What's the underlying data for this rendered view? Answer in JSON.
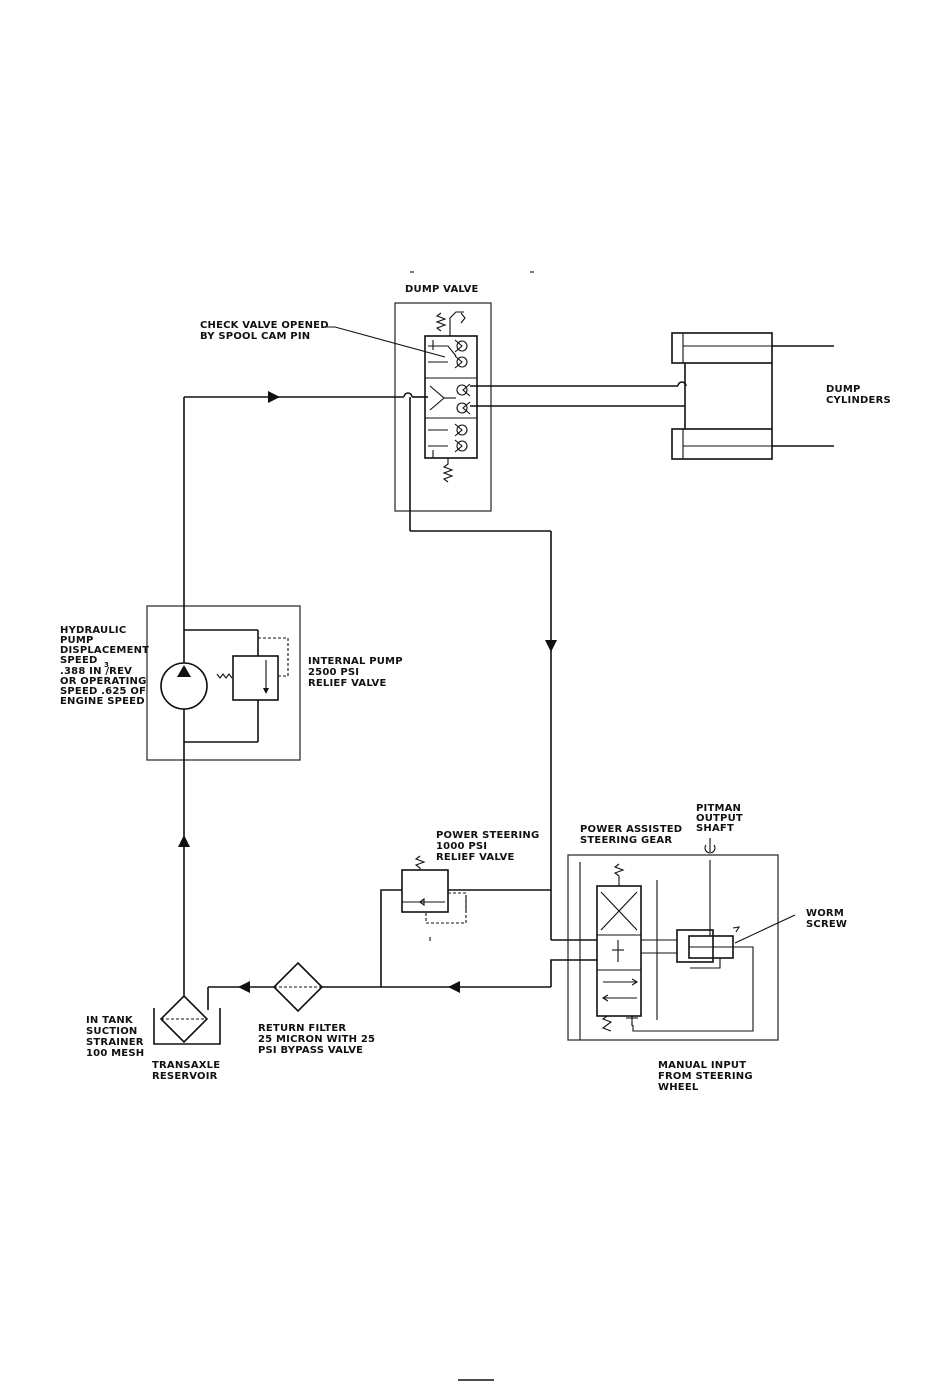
{
  "labels": {
    "dump_valve": "DUMP VALVE",
    "check_valve": [
      "CHECK VALVE OPENED",
      "BY SPOOL CAM PIN"
    ],
    "dump_cylinders": [
      "DUMP",
      "CYLINDERS"
    ],
    "hydraulic_pump": [
      "HYDRAULIC",
      "PUMP",
      "DISPLACEMENT",
      "SPEED",
      ".388 IN /REV",
      "OR OPERATING",
      "SPEED .625 OF",
      "ENGINE SPEED"
    ],
    "cubic_superscript": "3",
    "internal_relief": [
      "INTERNAL PUMP",
      "2500 PSI",
      "RELIEF VALVE"
    ],
    "power_steering_relief": [
      "POWER STEERING",
      "1000 PSI",
      "RELIEF VALVE"
    ],
    "power_assisted_gear": [
      "POWER ASSISTED",
      "STEERING GEAR"
    ],
    "pitman_shaft": [
      "PITMAN",
      "OUTPUT",
      "SHAFT"
    ],
    "worm_screw": [
      "WORM",
      "SCREW"
    ],
    "manual_input": [
      "MANUAL INPUT",
      "FROM STEERING",
      "WHEEL"
    ],
    "return_filter": [
      "RETURN FILTER",
      "25 MICRON WITH 25",
      "PSI BYPASS VALVE"
    ],
    "suction_strainer": [
      "IN TANK",
      "SUCTION",
      "STRAINER",
      "100 MESH"
    ],
    "reservoir": [
      "TRANSAXLE",
      "RESERVOIR"
    ]
  }
}
